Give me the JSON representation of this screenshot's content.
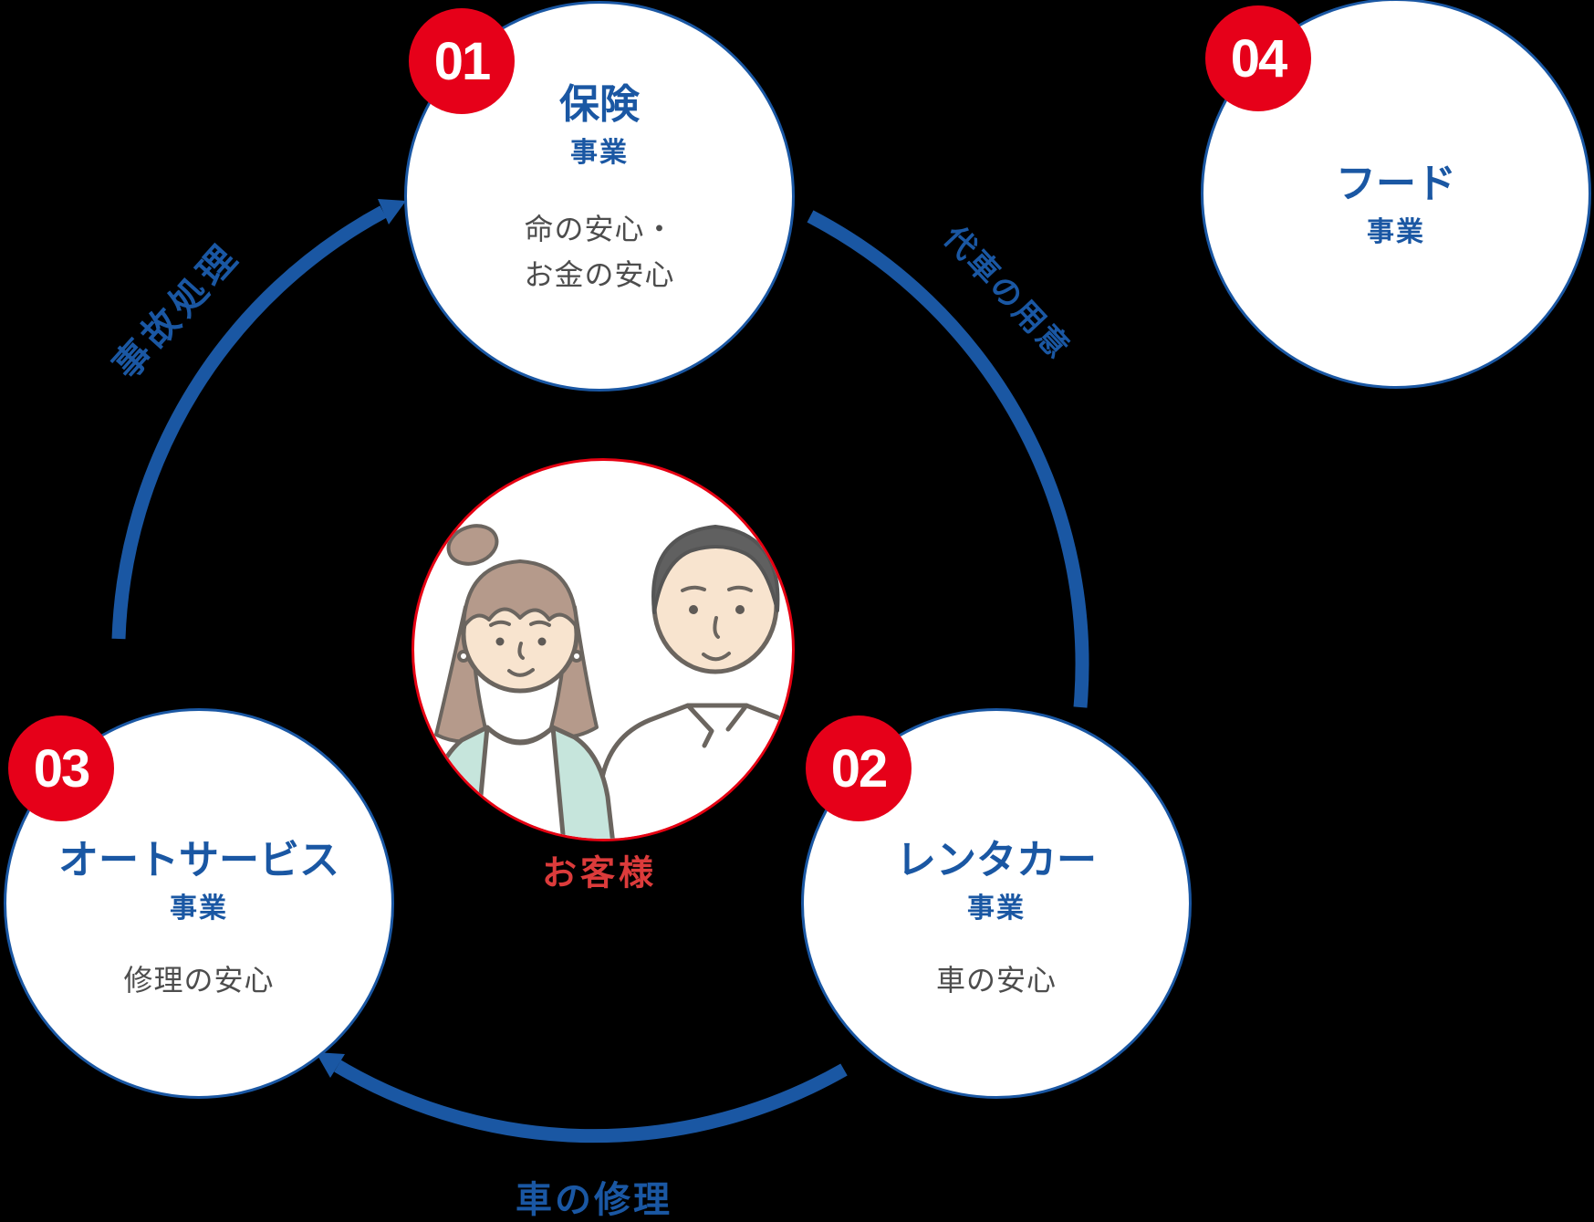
{
  "colors": {
    "blue": "#1a57a3",
    "badge_red": "#e60019",
    "accent_red": "#e60012",
    "customer_red": "#dc3b3b",
    "desc_gray": "#4d4d4d",
    "circle_fill": "#ffffff",
    "bg": "#000000"
  },
  "diagram": {
    "type": "service-cycle",
    "center": {
      "label": "お客様",
      "illustration": "couple-customers-illustration"
    },
    "nodes": [
      {
        "badge": "01",
        "title": "保険",
        "subtitle": "事業",
        "desc": [
          "命の安心・",
          "お金の安心"
        ]
      },
      {
        "badge": "02",
        "title": "レンタカー",
        "subtitle": "事業",
        "desc": [
          "車の安心"
        ]
      },
      {
        "badge": "03",
        "title": "オートサービス",
        "subtitle": "事業",
        "desc": [
          "修理の安心"
        ]
      },
      {
        "badge": "04",
        "title": "フード",
        "subtitle": "事業",
        "desc": []
      }
    ],
    "arc_labels": {
      "upper_left": "事故処理",
      "upper_right": "代車の用意",
      "bottom": "車の修理"
    }
  }
}
